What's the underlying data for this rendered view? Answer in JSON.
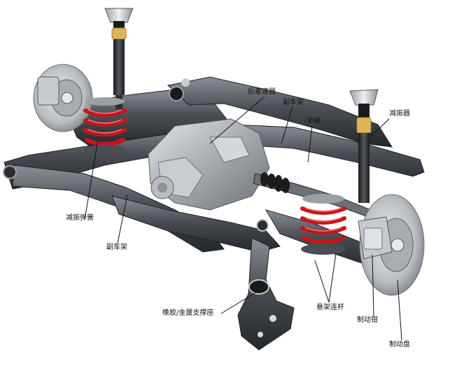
{
  "figure": {
    "subject": "rear suspension subframe assembly illustration",
    "colors": {
      "background": "#ffffff",
      "spring": "#c4161c",
      "frame_metal": "#3a3d42",
      "frame_highlight": "#8a8f96",
      "differential": "#9ea3a8",
      "brake_disc": "#c9ccd0",
      "rubber_boot": "#1b1b1b",
      "bump_stop": "#e0b25a",
      "leader_line": "#111111"
    }
  },
  "labels": {
    "rear_differential": "后差速器",
    "subframe_top": "副车架",
    "half_shaft": "半轴",
    "shock_absorber": "减振器",
    "damping_spring": "减振弹簧",
    "subframe_bottom": "副车架",
    "rubber_metal_mount": "橡胶/金属支撑座",
    "suspension_links": "悬架连杆",
    "brake_caliper": "制动钳",
    "brake_disc": "制动盘"
  }
}
